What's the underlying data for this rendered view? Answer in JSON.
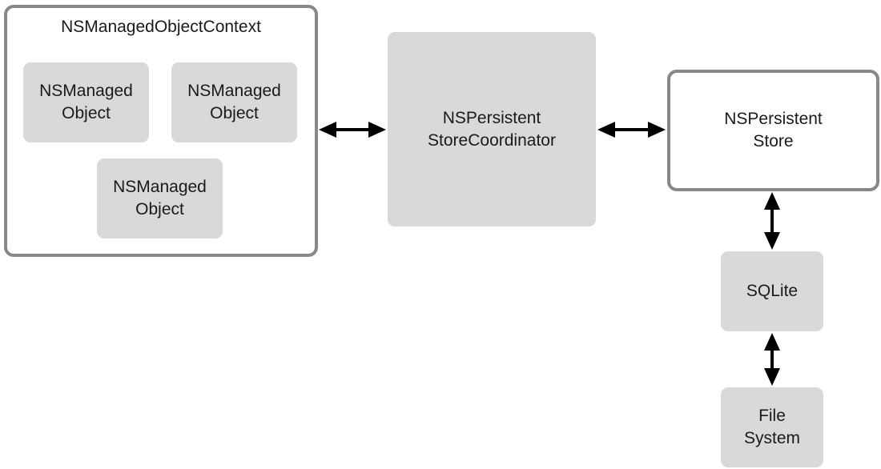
{
  "context": {
    "title": "NSManagedObjectContext",
    "objects": [
      {
        "label": "NSManaged\nObject"
      },
      {
        "label": "NSManaged\nObject"
      },
      {
        "label": "NSManaged\nObject"
      }
    ]
  },
  "coordinator": {
    "label": "NSPersistent\nStoreCoordinator"
  },
  "store": {
    "label": "NSPersistent\nStore"
  },
  "sqlite": {
    "label": "SQLite"
  },
  "filesystem": {
    "label": "File\nSystem"
  },
  "colors": {
    "outline": "#888888",
    "fill": "#d9d9d9",
    "arrow": "#000000"
  }
}
